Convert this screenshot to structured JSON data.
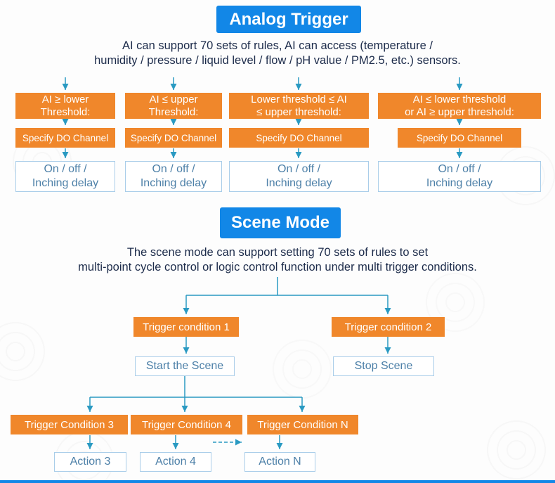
{
  "colors": {
    "header_blue": "#1287e7",
    "box_orange": "#f0872b",
    "outline_border": "#a9cde9",
    "outline_text": "#4d80a8",
    "arrow_teal": "#2a9ac2",
    "description_text": "#1c2b4a"
  },
  "analog_trigger": {
    "title": "Analog Trigger",
    "description": [
      "AI can support 70 sets of rules, AI can access (temperature /",
      "humidity / pressure / liquid level / flow / pH value / PM2.5, etc.) sensors."
    ],
    "columns": [
      {
        "condition": [
          "AI ≥ lower",
          "Threshold:"
        ],
        "do_channel": "Specify DO Channel",
        "output": [
          "On / off /",
          "Inching delay"
        ]
      },
      {
        "condition": [
          "AI ≤ upper",
          "Threshold:"
        ],
        "do_channel": "Specify DO Channel",
        "output": [
          "On / off /",
          "Inching delay"
        ]
      },
      {
        "condition": [
          "Lower threshold ≤ AI",
          "≤ upper threshold:"
        ],
        "do_channel": "Specify DO Channel",
        "output": [
          "On / off /",
          "Inching delay"
        ]
      },
      {
        "condition": [
          "AI ≤ lower threshold",
          "or AI ≥ upper threshold:"
        ],
        "do_channel": "Specify DO Channel",
        "output": [
          "On / off /",
          "Inching delay"
        ]
      }
    ]
  },
  "scene_mode": {
    "title": "Scene Mode",
    "description": [
      "The scene mode can support setting 70 sets of rules to set",
      "multi-point cycle control or logic control function under multi trigger conditions."
    ],
    "branches": [
      {
        "trigger": "Trigger condition 1",
        "action": "Start the Scene"
      },
      {
        "trigger": "Trigger condition 2",
        "action": "Stop Scene"
      }
    ],
    "sub_branches": [
      {
        "trigger": "Trigger Condition 3",
        "action": "Action 3"
      },
      {
        "trigger": "Trigger Condition 4",
        "action": "Action 4"
      },
      {
        "trigger": "Trigger Condition N",
        "action": "Action N"
      }
    ]
  }
}
